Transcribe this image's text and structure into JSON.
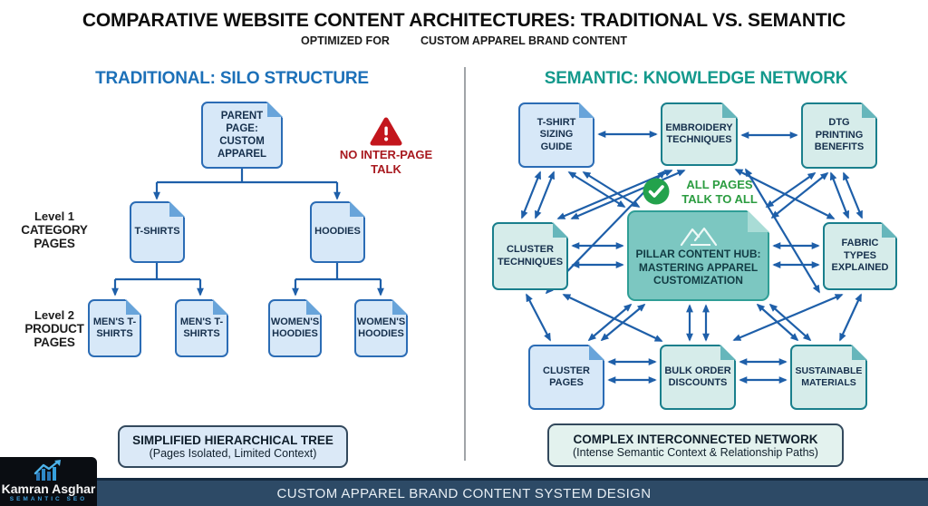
{
  "header": {
    "title": "COMPARATIVE WEBSITE CONTENT ARCHITECTURES: TRADITIONAL VS. SEMANTIC",
    "subtitle_left": "OPTIMIZED FOR",
    "subtitle_right": "CUSTOM APPAREL BRAND CONTENT"
  },
  "left": {
    "heading": "TRADITIONAL: SILO STRUCTURE",
    "warning": {
      "icon": "warning-triangle-icon",
      "lines": [
        "NO INTER-PAGE",
        "TALK"
      ]
    },
    "level1": [
      "Level 1",
      "CATEGORY",
      "PAGES"
    ],
    "level2": [
      "Level 2",
      "PRODUCT",
      "PAGES"
    ],
    "nodes": {
      "parent": "PARENT PAGE: CUSTOM APPAREL",
      "tshirts": "T-SHIRTS",
      "hoodies": "HOODIES",
      "mens1": "MEN'S T-SHIRTS",
      "mens2": "MEN'S T-SHIRTS",
      "womens1": "WOMEN'S HOODIES",
      "womens2": "WOMEN'S HOODIES"
    },
    "summary": {
      "title": "SIMPLIFIED HIERARCHICAL TREE",
      "subtitle": "(Pages Isolated, Limited Context)"
    }
  },
  "right": {
    "heading": "SEMANTIC: KNOWLEDGE NETWORK",
    "badge": {
      "icon": "check-circle-icon",
      "lines": [
        "ALL PAGES",
        "TALK TO ALL"
      ]
    },
    "hub_icon": "mountain-icon",
    "nodes": [
      {
        "id": "tshirt-sizing-guide",
        "label": "T-SHIRT SIZING GUIDE"
      },
      {
        "id": "embroidery-techniques",
        "label": "EMBROIDERY TECHNIQUES"
      },
      {
        "id": "dtg-printing-benefits",
        "label": "DTG PRINTING BENEFITS"
      },
      {
        "id": "cluster-techniques",
        "label": "CLUSTER TECHNIQUES"
      },
      {
        "id": "pillar-content-hub",
        "label": "PILLAR CONTENT HUB: MASTERING APPAREL CUSTOMIZATION"
      },
      {
        "id": "fabric-types-explained",
        "label": "FABRIC TYPES EXPLAINED"
      },
      {
        "id": "cluster-pages",
        "label": "CLUSTER PAGES"
      },
      {
        "id": "bulk-order-discounts",
        "label": "BULK ORDER DISCOUNTS"
      },
      {
        "id": "sustainable-materials",
        "label": "SUSTAINABLE MATERIALS"
      }
    ],
    "summary": {
      "title": "COMPLEX INTERCONNECTED NETWORK",
      "subtitle": "(Intense Semantic Context & Relationship Paths)"
    }
  },
  "footer": {
    "bar_text": "CUSTOM APPAREL BRAND CONTENT SYSTEM DESIGN",
    "logo_name": "Kamran Asghar",
    "logo_tagline": "SEMANTIC SEO",
    "logo_icon": "growth-chart-icon"
  },
  "colors": {
    "traditional_heading": "#1c70b8",
    "semantic_heading": "#14998c",
    "arrow_blue": "#1e5fa9",
    "blue_node_fill": "#d7e8f8",
    "blue_node_border": "#2b6cb5",
    "teal_node_fill": "#d6ecea",
    "teal_node_border": "#1a7f8c",
    "hub_fill": "#7cc7c1",
    "warning_red": "#c3161d",
    "check_green": "#23a24c",
    "footer_bar": "#2d4a66"
  }
}
